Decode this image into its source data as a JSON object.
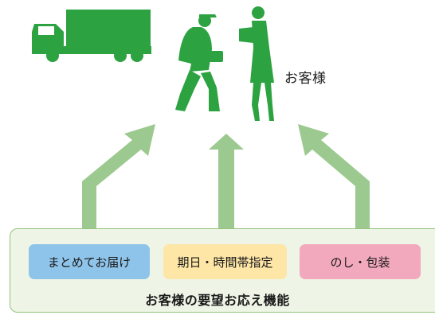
{
  "customer_label": "お客様",
  "features": [
    {
      "label": "まとめてお届け",
      "color": "#8fc4ea"
    },
    {
      "label": "期日・時間帯指定",
      "color": "#fde6a6"
    },
    {
      "label": "のし・包装",
      "color": "#f3a9bd"
    }
  ],
  "panel_caption": "お客様の要望お応え機能",
  "colors": {
    "silhouette": "#2ca340",
    "arrow": "#9cc98f",
    "panel_bg": "#eef5e6",
    "panel_border": "#93c47d"
  }
}
